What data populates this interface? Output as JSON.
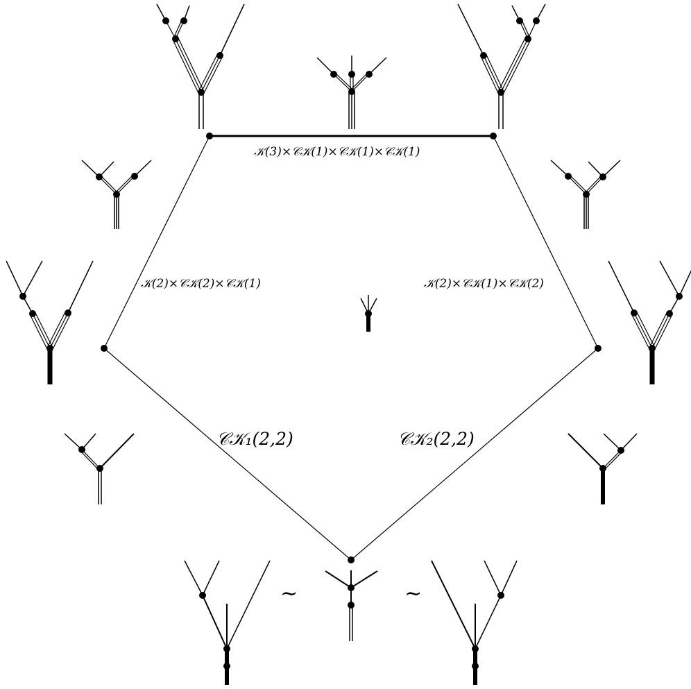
{
  "edge_labels": {
    "top": "𝒦(3)×𝒞𝒦(1)×𝒞𝒦(1)×𝒞𝒦(1)",
    "left": "𝒦(2)×𝒞𝒦(2)×𝒞𝒦(1)",
    "right": "𝒦(2)×𝒞𝒦(1)×𝒞𝒦(2)",
    "bottom_left": "𝒞𝒦₁(2,2)",
    "bottom_right": "𝒞𝒦₂(2,2)"
  },
  "equivalence_symbol": "~"
}
